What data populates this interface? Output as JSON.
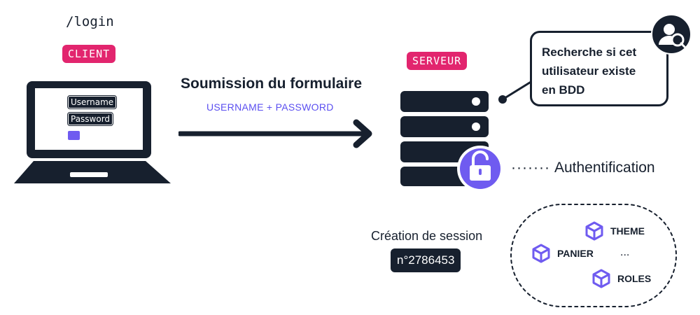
{
  "client": {
    "route": "/login",
    "badge": "CLIENT",
    "form": {
      "username_label": "Username",
      "password_label": "Password"
    }
  },
  "submission": {
    "title": "Soumission du formulaire",
    "subtitle": "USERNAME + PASSWORD"
  },
  "server": {
    "badge": "SERVEUR",
    "lookup_note_lines": [
      "Recherche si cet",
      "utilisateur existe",
      "en BDD"
    ],
    "auth_dots": "·······",
    "auth_label": "Authentification"
  },
  "session": {
    "label": "Création de session",
    "id": "n°2786453",
    "items": {
      "theme": "THEME",
      "panier": "PANIER",
      "roles": "ROLES",
      "more": "..."
    }
  },
  "colors": {
    "dark": "#17202e",
    "badge_pink": "#e2256e",
    "accent_purple": "#6f5bf0",
    "subtitle_purple": "#5b4ff0"
  },
  "icons": [
    "laptop-icon",
    "server-icon",
    "unlock-icon",
    "user-search-icon",
    "cube-icon",
    "arrow-right-icon"
  ]
}
